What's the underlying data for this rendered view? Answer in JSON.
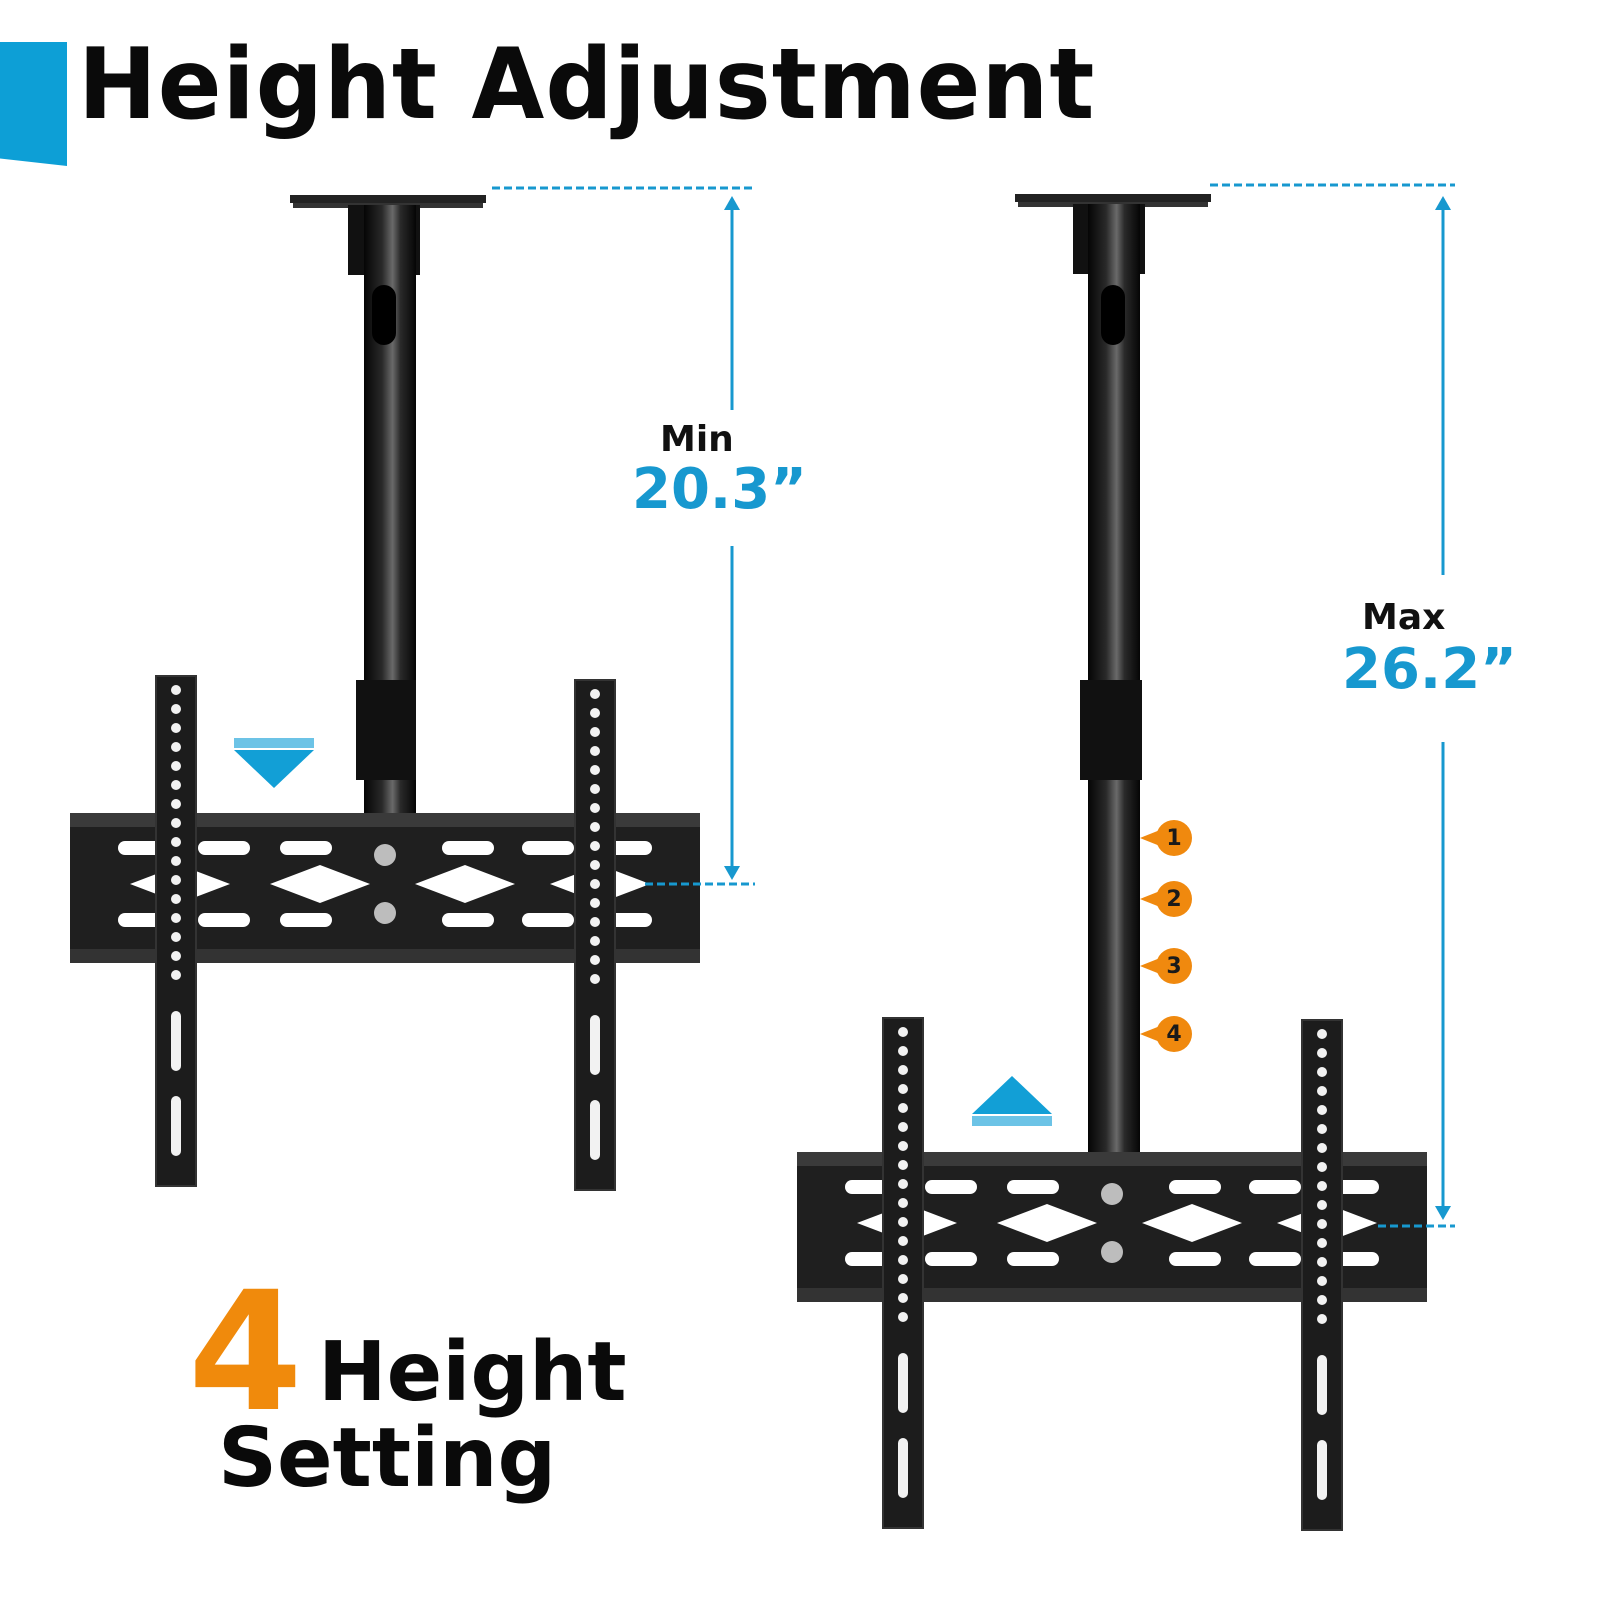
{
  "header": {
    "title": "Height Adjustment",
    "accent_color": "#0d9fd6"
  },
  "left_mount": {
    "state": "collapsed",
    "dimension_label": "Min",
    "dimension_value": "20.3”",
    "direction_icon": "arrow-down-triangle"
  },
  "right_mount": {
    "state": "extended",
    "dimension_label": "Max",
    "dimension_value": "26.2”",
    "direction_icon": "arrow-up-triangle",
    "height_positions": [
      "1",
      "2",
      "3",
      "4"
    ]
  },
  "feature": {
    "count": "4",
    "line1": "Height",
    "line2": "Setting",
    "count_color": "#f08a0c"
  },
  "colors": {
    "dimension_blue": "#1798cf",
    "marker_orange": "#f0890e",
    "metal": "#1c1c1c"
  }
}
